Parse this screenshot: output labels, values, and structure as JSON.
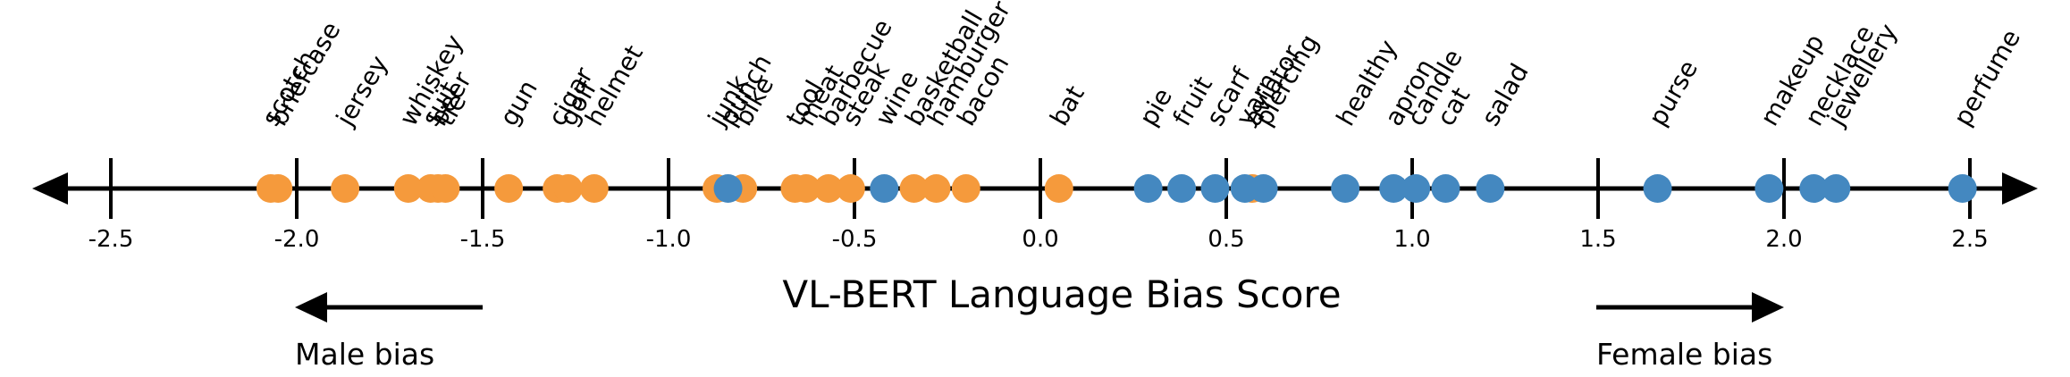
{
  "chart_data": {
    "type": "scatter",
    "xlabel": "VL-BERT Language Bias Score",
    "xlim": [
      -2.7,
      2.65
    ],
    "ticks": [
      -2.5,
      -2.0,
      -1.5,
      -1.0,
      -0.5,
      0.0,
      0.5,
      1.0,
      1.5,
      2.0,
      2.5
    ],
    "tick_labels": [
      "-2.5",
      "-2.0",
      "-1.5",
      "-1.0",
      "-0.5",
      "0.0",
      "0.5",
      "1.0",
      "1.5",
      "2.0",
      "2.5"
    ],
    "colors": {
      "male": "#f59a3c",
      "female": "#4488c0",
      "axis": "#000000"
    },
    "annotations": {
      "male": "Male bias",
      "female": "Female bias"
    },
    "series": [
      {
        "group": "male",
        "points": [
          {
            "label": "scotch",
            "x": -2.07
          },
          {
            "label": "briefcase",
            "x": -2.05
          },
          {
            "label": "jersey",
            "x": -1.87
          },
          {
            "label": "whiskey",
            "x": -1.7
          },
          {
            "label": "suit",
            "x": -1.64
          },
          {
            "label": "beer",
            "x": -1.62
          },
          {
            "label": "tie",
            "x": -1.6
          },
          {
            "label": "gun",
            "x": -1.43
          },
          {
            "label": "cigar",
            "x": -1.3
          },
          {
            "label": "golf",
            "x": -1.27
          },
          {
            "label": "helmet",
            "x": -1.2
          },
          {
            "label": "junk",
            "x": -0.87
          },
          {
            "label": "bike",
            "x": -0.8
          },
          {
            "label": "tool",
            "x": -0.66
          },
          {
            "label": "meat",
            "x": -0.63
          },
          {
            "label": "barbecue",
            "x": -0.57
          },
          {
            "label": "steak",
            "x": -0.51
          },
          {
            "label": "basketball",
            "x": -0.34
          },
          {
            "label": "hamburger",
            "x": -0.28
          },
          {
            "label": "bacon",
            "x": -0.2
          },
          {
            "label": "bat",
            "x": 0.05
          },
          {
            "label": "aviator",
            "x": 0.57
          }
        ]
      },
      {
        "group": "female",
        "points": [
          {
            "label": "punch",
            "x": -0.84
          },
          {
            "label": "wine",
            "x": -0.42
          },
          {
            "label": "pie",
            "x": 0.29
          },
          {
            "label": "fruit",
            "x": 0.38
          },
          {
            "label": "scarf",
            "x": 0.47
          },
          {
            "label": "yarn",
            "x": 0.55
          },
          {
            "label": "piercing",
            "x": 0.6
          },
          {
            "label": "healthy",
            "x": 0.82
          },
          {
            "label": "apron",
            "x": 0.95
          },
          {
            "label": "candle",
            "x": 1.01
          },
          {
            "label": "cat",
            "x": 1.09
          },
          {
            "label": "salad",
            "x": 1.21
          },
          {
            "label": "purse",
            "x": 1.66
          },
          {
            "label": "makeup",
            "x": 1.96
          },
          {
            "label": "necklace",
            "x": 2.08
          },
          {
            "label": "jewellery",
            "x": 2.14
          },
          {
            "label": "perfume",
            "x": 2.48
          }
        ]
      }
    ]
  }
}
